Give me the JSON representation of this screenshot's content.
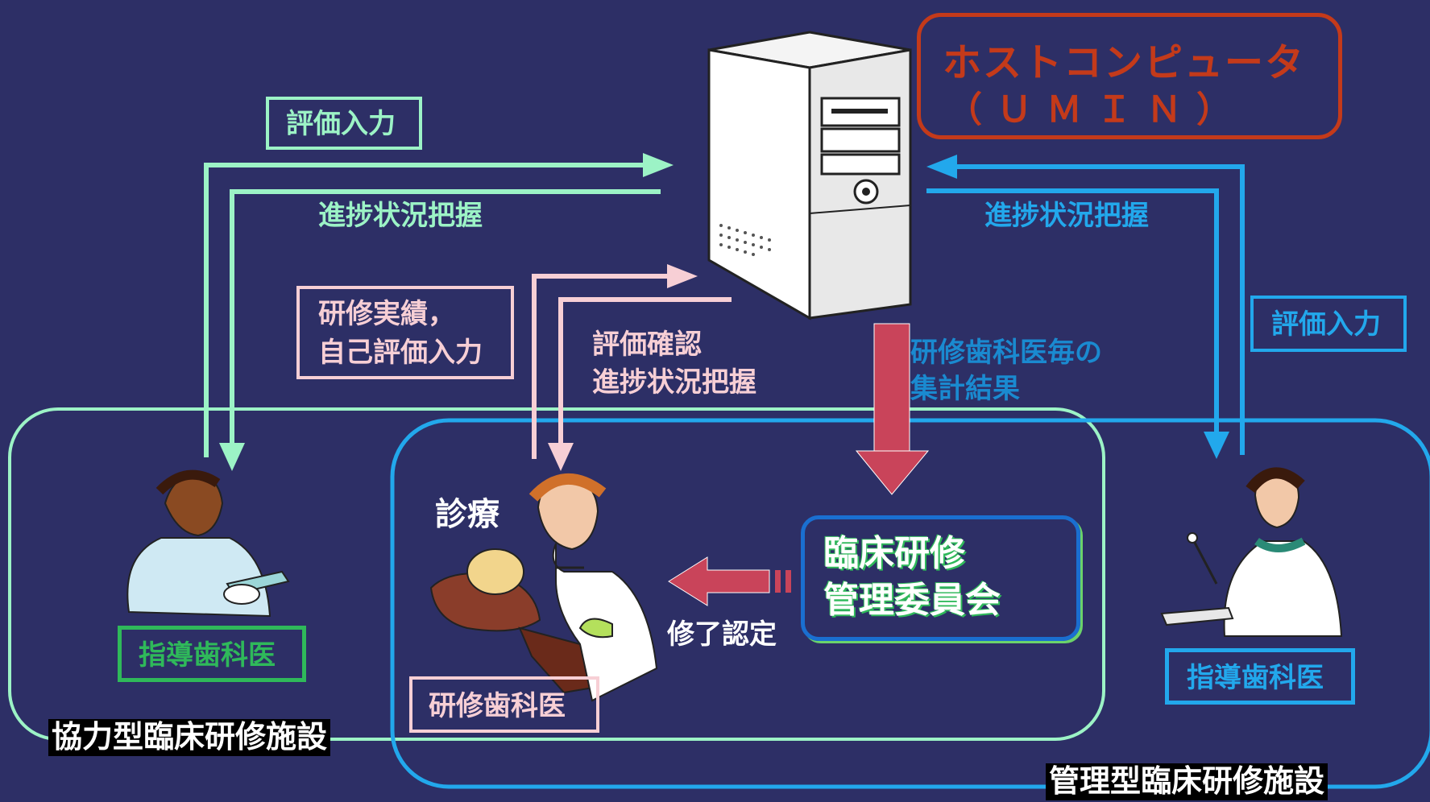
{
  "host": {
    "title": "ホストコンピュータ",
    "subtitle": "（ＵＭＩＮ）"
  },
  "labels": {
    "eval_input_left": "評価入力",
    "progress_left": "進捗状況把握",
    "progress_right": "進捗状況把握",
    "eval_input_right": "評価入力",
    "trainee_record_line1": "研修実績，",
    "trainee_record_line2": "自己評価入力",
    "eval_confirm_line1": "評価確認",
    "eval_confirm_line2": "進捗状況把握",
    "aggregate_line1": "研修歯科医毎の",
    "aggregate_line2": "集計結果",
    "diagnosis": "診療",
    "committee_line1": "臨床研修",
    "committee_line2": "管理委員会",
    "completion": "修了認定",
    "instructor_left": "指導歯科医",
    "instructor_right": "指導歯科医",
    "trainee": "研修歯科医",
    "cooperative_facility": "協力型臨床研修施設",
    "managing_facility": "管理型臨床研修施設"
  },
  "colors": {
    "background": "#2d2f66",
    "mint": "#9cf3c6",
    "pink": "#f7cfd5",
    "blue": "#22a8ec",
    "red_arrow": "#c9445a",
    "host_red": "#c43a1a",
    "green": "#2fb95a"
  }
}
